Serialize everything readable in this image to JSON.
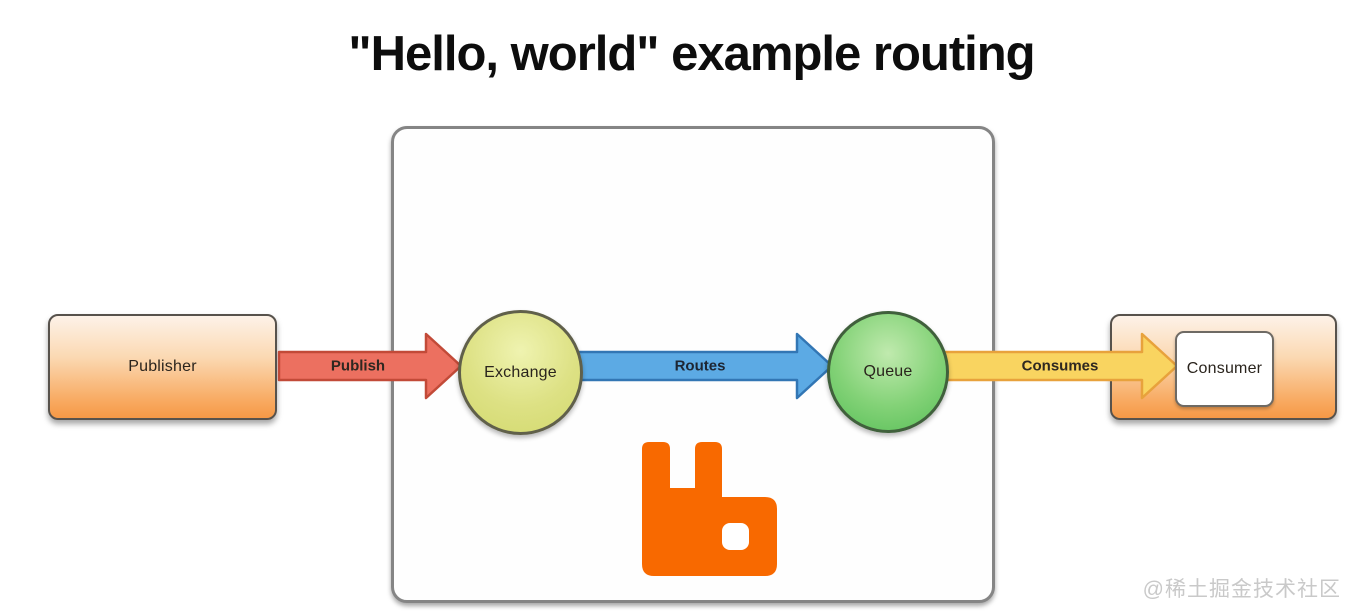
{
  "title": "\"Hello, world\" example routing",
  "nodes": {
    "publisher": {
      "label": "Publisher"
    },
    "exchange": {
      "label": "Exchange"
    },
    "queue": {
      "label": "Queue"
    },
    "consumer": {
      "label": "Consumer"
    }
  },
  "arrows": {
    "publish": {
      "label": "Publish",
      "fill": "#ec7060",
      "stroke": "#c24a38"
    },
    "routes": {
      "label": "Routes",
      "fill": "#5caae4",
      "stroke": "#3276b4"
    },
    "consumes": {
      "label": "Consumes",
      "fill": "#f9d460",
      "stroke": "#e8a23c"
    }
  },
  "broker": {
    "logo": "rabbitmq-logo",
    "logo_color": "#f86900"
  },
  "watermark": "@稀土掘金技术社区"
}
